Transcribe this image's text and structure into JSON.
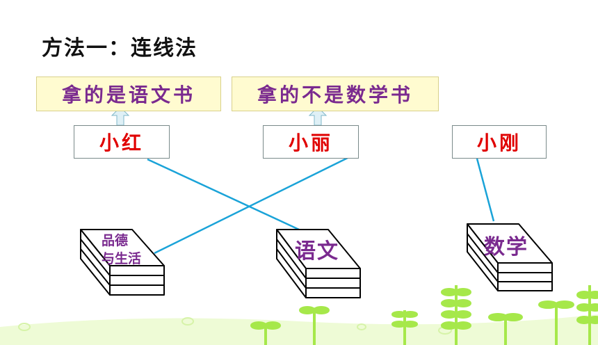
{
  "title": "方法一：连线法",
  "clues": {
    "clue1": "拿的是语文书",
    "clue2": "拿的不是数学书"
  },
  "people": {
    "p1": "小红",
    "p2": "小丽",
    "p3": "小刚"
  },
  "books": {
    "b1_line1": "品德",
    "b1_line2": "与生活",
    "b2": "语文",
    "b3": "数学"
  },
  "colors": {
    "clue_bg": "#fffbd0",
    "clue_text": "#7a2a8f",
    "person_text": "#e00000",
    "connector_line": "#1aa3d8",
    "decor_green": "#9be03a"
  }
}
